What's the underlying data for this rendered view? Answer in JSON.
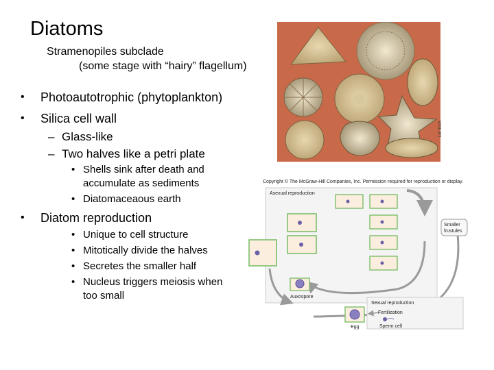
{
  "title": "Diatoms",
  "subtitle_line1": "Stramenopiles subclade",
  "subtitle_line2": "(some stage with “hairy” flagellum)",
  "bullets": [
    {
      "text": "Photoautotrophic (phytoplankton)"
    },
    {
      "text": "Silica cell wall"
    }
  ],
  "silica_sub": [
    "Glass-like",
    "Two halves like a petri plate"
  ],
  "silica_subsub": [
    "Shells sink after death and accumulate as sediments",
    "Diatomaceaous earth"
  ],
  "reproduction": {
    "heading": "Diatom reproduction",
    "items": [
      "Unique to cell structure",
      "Mitotically divide the halves",
      "Secretes the smaller half",
      "Nucleus triggers meiosis when too small"
    ]
  },
  "markers": {
    "level1": "•",
    "level2": "–",
    "level3": "•"
  },
  "photo_credit": "LM  400X",
  "copyright": "Copyright © The McGraw-Hill Companies, Inc. Permission required for reproduction or display.",
  "diagram": {
    "asexual_label": "Asexual reproduction",
    "smaller_label_1": "Smaller",
    "smaller_label_2": "frustules",
    "auxospore_label": "Auxospore",
    "sexual_label": "Sexual reproduction",
    "fertilization_label": "Fertilization",
    "egg_label": "Egg",
    "sperm_label": "Sperm cell"
  },
  "colors": {
    "photo_bg": "#c86a4a",
    "frustule_fill": "#fbeede",
    "frustule_stroke": "#7cbf6a",
    "nucleus": "#6b5fa6",
    "arrow": "#9a9a9a"
  }
}
